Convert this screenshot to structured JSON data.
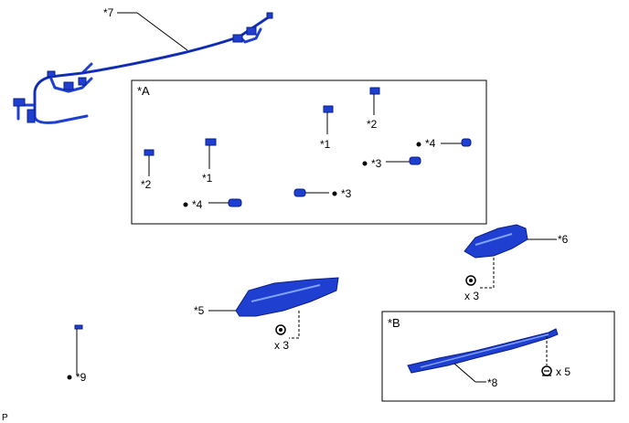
{
  "callouts": {
    "c7": "*7",
    "boxA": "*A",
    "c1a": "*1",
    "c1b": "*1",
    "c2a": "*2",
    "c2b": "*2",
    "c3a": "*3",
    "c3b": "*3",
    "c4a": "*4",
    "c4b": "*4",
    "c6": "*6",
    "c5": "*5",
    "c9": "*9",
    "boxB": "*B",
    "c8": "*8",
    "x3a": "x 3",
    "x3b": "x 3",
    "x5": "x 5",
    "corner": "P"
  },
  "colors": {
    "part": "#1f3fd0",
    "outline": "#0a1f8a"
  }
}
